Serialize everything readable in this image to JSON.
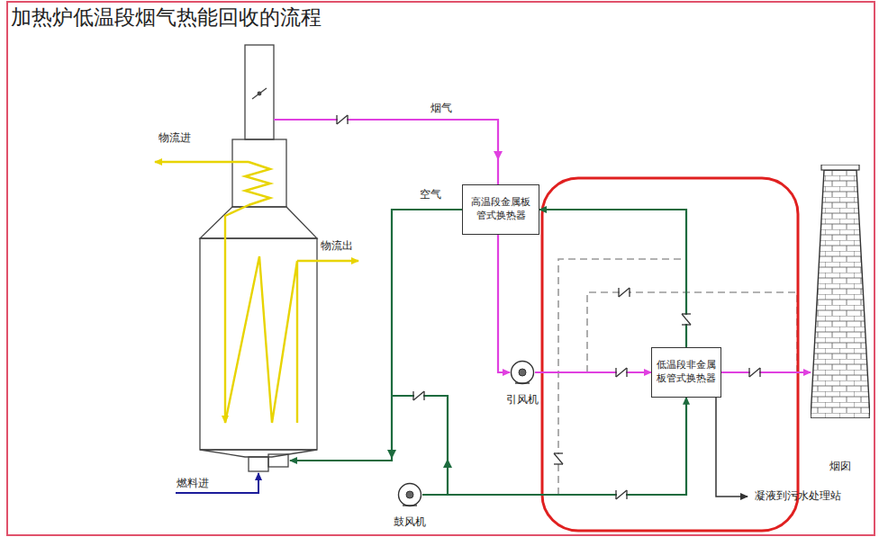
{
  "diagram": {
    "title": "加热炉低温段烟气热能回收的流程",
    "nodes": [
      {
        "text": [
          "高温段金属板管式换热器"
        ]
      },
      {
        "text": [
          "低温段非金属板管式换热器"
        ]
      },
      {
        "text": [
          "引风机"
        ]
      },
      {
        "text": [
          "鼓风机"
        ]
      },
      {
        "text": [
          "烟囱"
        ]
      }
    ],
    "edges": [
      {
        "from": 0,
        "to": 2,
        "arrow": "to"
      },
      {
        "from": 2,
        "to": 1,
        "arrow": "to"
      },
      {
        "from": 1,
        "to": 4,
        "arrow": "to"
      },
      {
        "from": 3,
        "to": 1,
        "arrow": "to"
      },
      {
        "from": 1,
        "to": 0,
        "arrow": "to"
      }
    ],
    "labels": [
      "物流进",
      "物流出",
      "燃料进",
      "烟气",
      "空气",
      "凝液到污水处理站"
    ]
  }
}
